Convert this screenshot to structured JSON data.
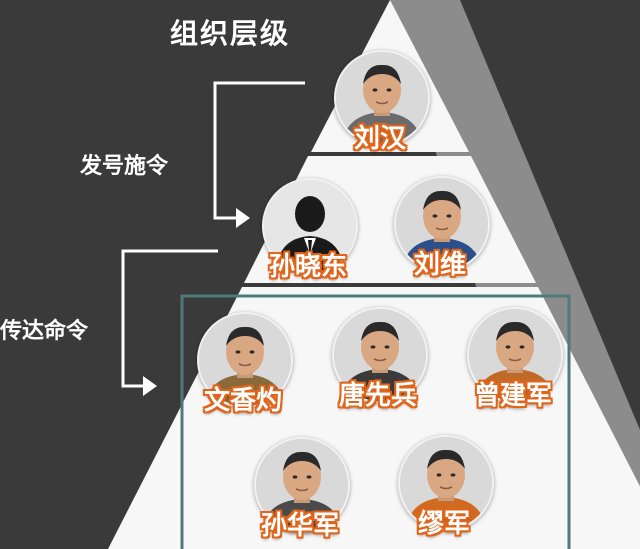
{
  "title": "组织层级",
  "labels": {
    "issue_orders": "发号施令",
    "relay_orders": "传达命令"
  },
  "colors": {
    "background": "#3a3a3a",
    "pyramid": "#f7f7f7",
    "pyramid_shadow": "#8c8c8c",
    "box_border": "#4f7a7a",
    "name_outline": "#e0651b",
    "name_fill": "#ffffff",
    "arrow": "#ffffff"
  },
  "levels": [
    {
      "members": [
        {
          "name": "刘汉",
          "avatar": "photo-portrait"
        }
      ]
    },
    {
      "members": [
        {
          "name": "孙晓东",
          "avatar": "anonymous-silhouette"
        },
        {
          "name": "刘维",
          "avatar": "photo-portrait"
        }
      ]
    },
    {
      "members": [
        {
          "name": "文香灼",
          "avatar": "photo-portrait"
        },
        {
          "name": "唐先兵",
          "avatar": "photo-portrait"
        },
        {
          "name": "曾建军",
          "avatar": "photo-portrait"
        },
        {
          "name": "孙华军",
          "avatar": "photo-portrait"
        },
        {
          "name": "缪军",
          "avatar": "photo-portrait"
        }
      ]
    }
  ]
}
